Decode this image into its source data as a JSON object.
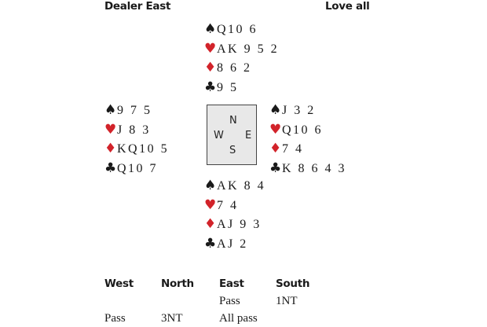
{
  "header": {
    "dealer": "Dealer East",
    "vulnerability": "Love all"
  },
  "suits": {
    "spades": "♠",
    "hearts": "♥",
    "diamonds": "♦",
    "clubs": "♣"
  },
  "colors": {
    "red_suit": "#d2232a",
    "black_suit": "#1a1a1a"
  },
  "hands": {
    "north": {
      "spades": "Q10 6",
      "hearts": "AK 9 5 2",
      "diamonds": "8 6 2",
      "clubs": "9 5"
    },
    "west": {
      "spades": "9 7 5",
      "hearts": "J 8 3",
      "diamonds": "KQ10 5",
      "clubs": "Q10 7"
    },
    "east": {
      "spades": "J 3 2",
      "hearts": "Q10 6",
      "diamonds": "7 4",
      "clubs": "K 8 6 4 3"
    },
    "south": {
      "spades": "AK 8 4",
      "hearts": "7 4",
      "diamonds": "AJ 9 3",
      "clubs": "AJ 2"
    }
  },
  "compass": {
    "n": "N",
    "e": "E",
    "s": "S",
    "w": "W"
  },
  "auction": {
    "headers": [
      "West",
      "North",
      "East",
      "South"
    ],
    "rows": [
      [
        "",
        "",
        "Pass",
        "1NT"
      ],
      [
        "Pass",
        "3NT",
        "All pass",
        ""
      ]
    ]
  }
}
